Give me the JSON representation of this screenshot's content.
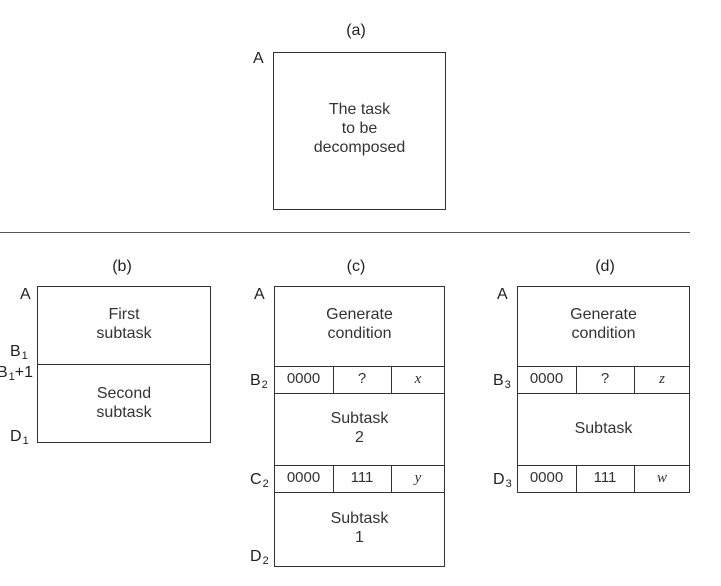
{
  "panel_a": {
    "caption": "(a)",
    "label_a": "A",
    "text_lines": [
      "The task",
      "to be",
      "decomposed"
    ]
  },
  "panel_b": {
    "caption": "(b)",
    "label_a": "A",
    "label_b": "B",
    "label_b_sub": "1",
    "label_b1": "B",
    "label_b1_sub": "1",
    "label_b1_suffix": "+1",
    "label_d": "D",
    "label_d_sub": "1",
    "first_lines": [
      "First",
      "subtask"
    ],
    "second_lines": [
      "Second",
      "subtask"
    ]
  },
  "panel_c": {
    "caption": "(c)",
    "label_a": "A",
    "label_b": "B",
    "label_b_sub": "2",
    "label_c": "C",
    "label_c_sub": "2",
    "label_d": "D",
    "label_d_sub": "2",
    "generate_lines": [
      "Generate",
      "condition"
    ],
    "row1": {
      "code": "0000",
      "mid": "?",
      "dest": "x"
    },
    "subtask2_lines": [
      "Subtask",
      "2"
    ],
    "row2": {
      "code": "0000",
      "mid": "111",
      "dest": "y"
    },
    "subtask1_lines": [
      "Subtask",
      "1"
    ]
  },
  "panel_d": {
    "caption": "(d)",
    "label_a": "A",
    "label_b": "B",
    "label_b_sub": "3",
    "label_d": "D",
    "label_d_sub": "3",
    "generate_lines": [
      "Generate",
      "condition"
    ],
    "row1": {
      "code": "0000",
      "mid": "?",
      "dest": "z"
    },
    "subtask_label": "Subtask",
    "row2": {
      "code": "0000",
      "mid": "111",
      "dest": "w"
    }
  }
}
